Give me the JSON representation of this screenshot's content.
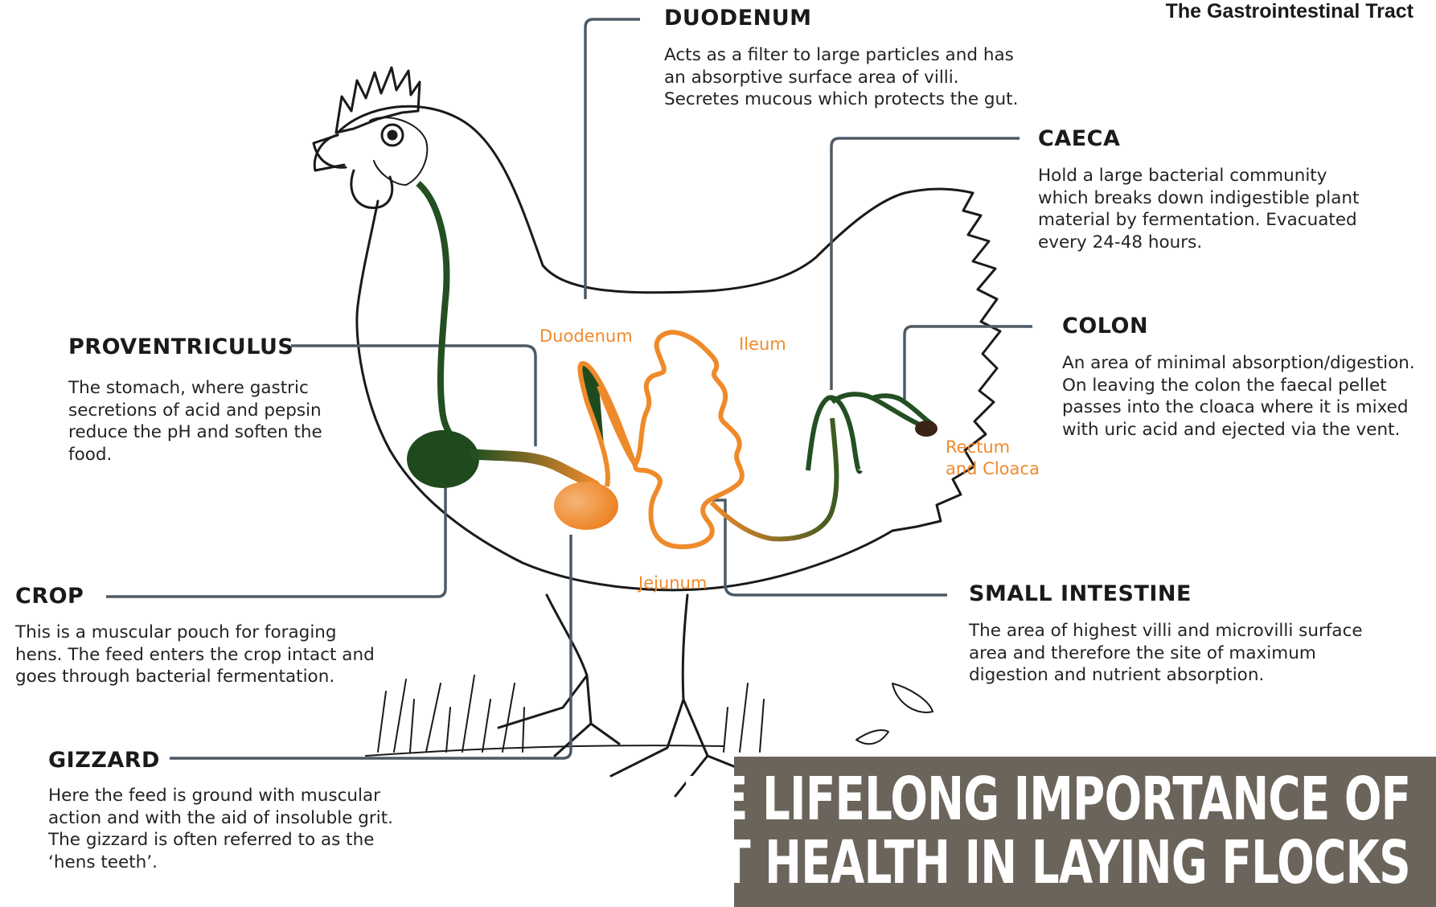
{
  "header": {
    "title": "The Gastrointestinal Tract"
  },
  "sections": {
    "duodenum": {
      "heading": "DUODENUM",
      "lines": [
        "Acts as a filter to large particles and has",
        "an absorptive surface area of villi.",
        "Secretes mucous which protects the gut."
      ]
    },
    "caeca": {
      "heading": "CAECA",
      "lines": [
        "Hold a large bacterial community",
        "which breaks down indigestible plant",
        "material by fermentation. Evacuated",
        "every 24-48 hours."
      ]
    },
    "colon": {
      "heading": "COLON",
      "lines": [
        "An area of minimal absorption/digestion.",
        "On leaving the colon the faecal pellet",
        "passes into the cloaca where it is mixed",
        "with uric acid and ejected via the vent."
      ]
    },
    "proventriculus": {
      "heading": "PROVENTRICULUS",
      "lines": [
        "The stomach, where gastric",
        "secretions of acid and pepsin",
        "reduce the pH and soften the",
        "food."
      ]
    },
    "crop": {
      "heading": "CROP",
      "lines": [
        "This is a muscular pouch for foraging",
        "hens. The feed enters the crop intact and",
        "goes through bacterial fermentation."
      ]
    },
    "small_intestine": {
      "heading": "SMALL INTESTINE",
      "lines": [
        "The area of highest villi and microvilli surface",
        "area and therefore the site of maximum",
        "digestion and nutrient absorption."
      ]
    },
    "gizzard": {
      "heading": "GIZZARD",
      "lines": [
        "Here the feed is ground with muscular",
        "action and with the aid of insoluble grit.",
        "The gizzard is often referred to as the",
        "‘hens teeth’."
      ]
    }
  },
  "organ_labels": {
    "duodenum": "Duodenum",
    "ileum": "Ileum",
    "jejunum": "Jejunum",
    "rectum_line1": "Rectum",
    "rectum_line2": "and Cloaca"
  },
  "banner": {
    "line1": "THE LIFELONG IMPORTANCE OF",
    "line2": "GUT HEALTH IN LAYING FLOCKS"
  },
  "colors": {
    "tract_green": "#234f22",
    "tract_orange": "#ef8a2a",
    "leader_line": "#4d5a66",
    "banner_bg": "#6b645a"
  }
}
